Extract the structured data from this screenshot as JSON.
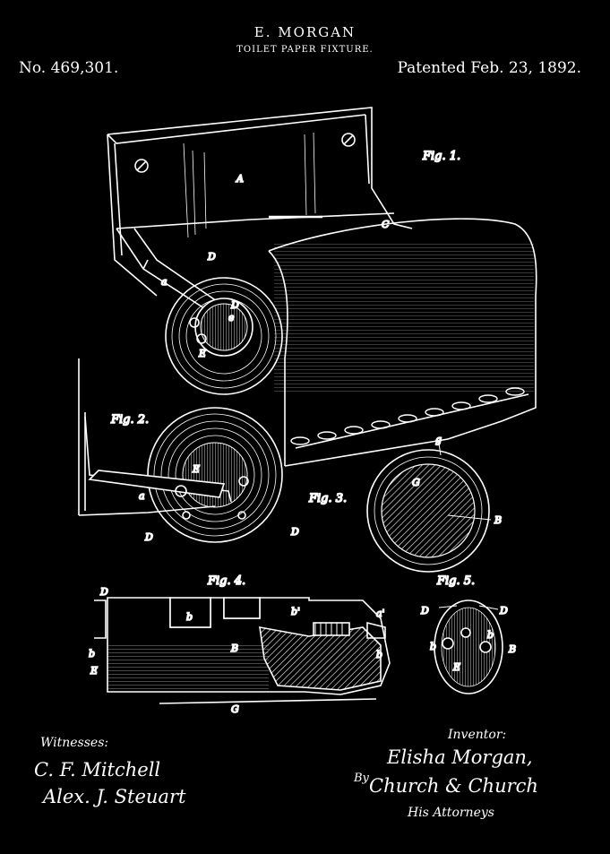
{
  "header": {
    "inventor_name": "E. MORGAN",
    "title": "TOILET PAPER FIXTURE.",
    "patent_number": "No. 469,301.",
    "patent_date": "Patented Feb. 23, 1892."
  },
  "figures": {
    "fig1": "Fig. 1.",
    "fig2": "Fig. 2.",
    "fig3": "Fig. 3.",
    "fig4": "Fig. 4.",
    "fig5": "Fig. 5."
  },
  "labels": {
    "A": "A",
    "C": "C",
    "D": "D",
    "a": "a",
    "E": "E",
    "B": "B",
    "e": "e",
    "b": "b",
    "g": "g",
    "G": "G",
    "b_prime": "b'",
    "a_prime": "a'"
  },
  "signatures": {
    "witnesses_label": "Witnesses:",
    "witness_1": "C. F. Mitchell",
    "witness_2": "Alex. J. Steuart",
    "inventor_label": "Inventor:",
    "inventor_signature": "Elisha Morgan,",
    "by": "By",
    "attorneys_signature": "Church & Church",
    "attorneys_label": "His Attorneys"
  },
  "colors": {
    "background": "#000000",
    "ink": "#ffffff"
  }
}
